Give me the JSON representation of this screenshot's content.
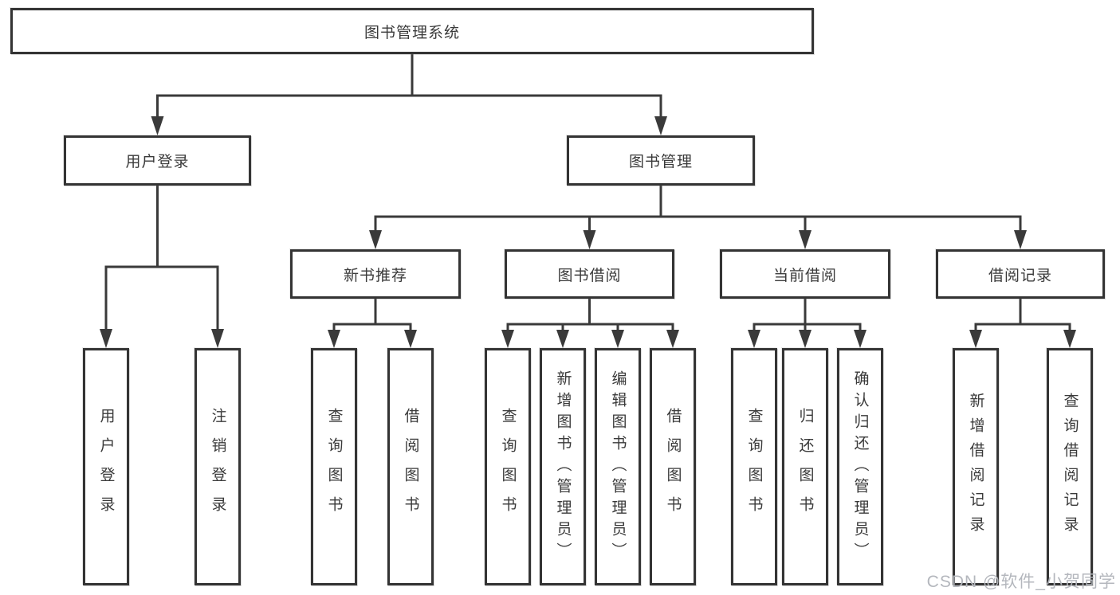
{
  "diagram": {
    "title": "图书管理系统",
    "root": {
      "label": "图书管理系统"
    },
    "level1": [
      {
        "label": "用户登录"
      },
      {
        "label": "图书管理"
      }
    ],
    "level2": [
      {
        "label": "新书推荐"
      },
      {
        "label": "图书借阅"
      },
      {
        "label": "当前借阅"
      },
      {
        "label": "借阅记录"
      }
    ],
    "leaves": {
      "user_login": [
        "用户登录",
        "注销登录"
      ],
      "new_books": [
        "查询图书",
        "借阅图书"
      ],
      "book_borrow": [
        "查询图书",
        "新增图书（管理员）",
        "编辑图书（管理员）",
        "借阅图书"
      ],
      "current_borrow": [
        "查询图书",
        "归还图书",
        "确认归还（管理员）"
      ],
      "borrow_records": [
        "新增借阅记录",
        "查询借阅记录"
      ]
    }
  },
  "watermark": "CSDN @软件_小贺同学",
  "colors": {
    "line": "#3a3a3a",
    "border": "#343434",
    "text": "#3a3a3a",
    "watermark_text": "#b4b7bd",
    "background": "#ffffff"
  }
}
